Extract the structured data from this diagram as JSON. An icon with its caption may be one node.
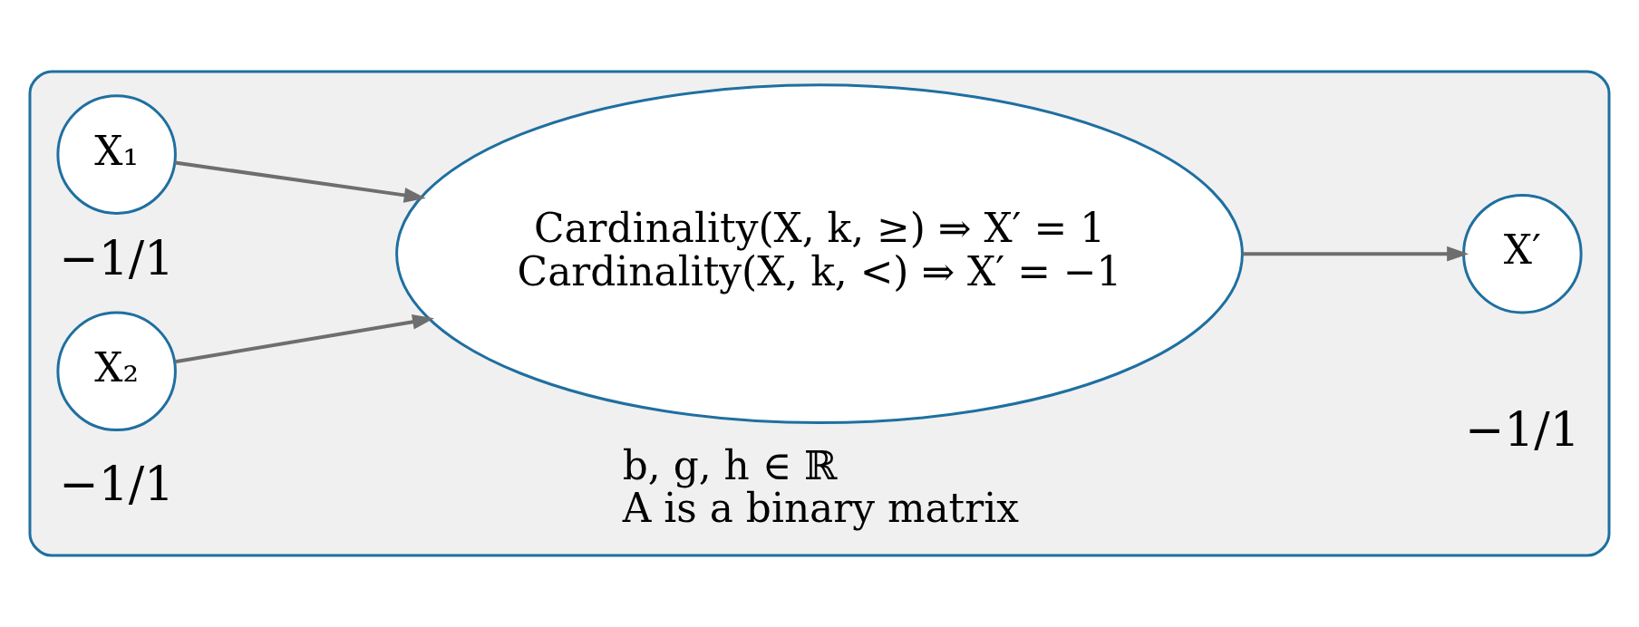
{
  "diagram": {
    "nodes": [
      {
        "text": [],
        "shape": "box"
      },
      {
        "text": [
          "X₁"
        ],
        "beside": [
          "−1/1"
        ],
        "in": 0
      },
      {
        "text": [
          "X₂"
        ],
        "beside": [
          "−1/1"
        ],
        "in": 0
      },
      {
        "text": [
          "Cardinality(X, k, ≥) ⇒ X′ = 1",
          "Cardinality(X, k, <) ⇒ X′ = −1"
        ],
        "in": 0
      },
      {
        "text": [
          "X′"
        ],
        "beside": [
          "−1/1"
        ],
        "in": 0
      }
    ],
    "edges": [
      {
        "from": 1,
        "to": 3,
        "arrow": "to"
      },
      {
        "from": 2,
        "to": 3,
        "arrow": "to"
      },
      {
        "from": 3,
        "to": 4,
        "arrow": "to"
      }
    ],
    "labels": [
      "b, g, h ∈ ℝ",
      "A is a binary matrix"
    ]
  }
}
